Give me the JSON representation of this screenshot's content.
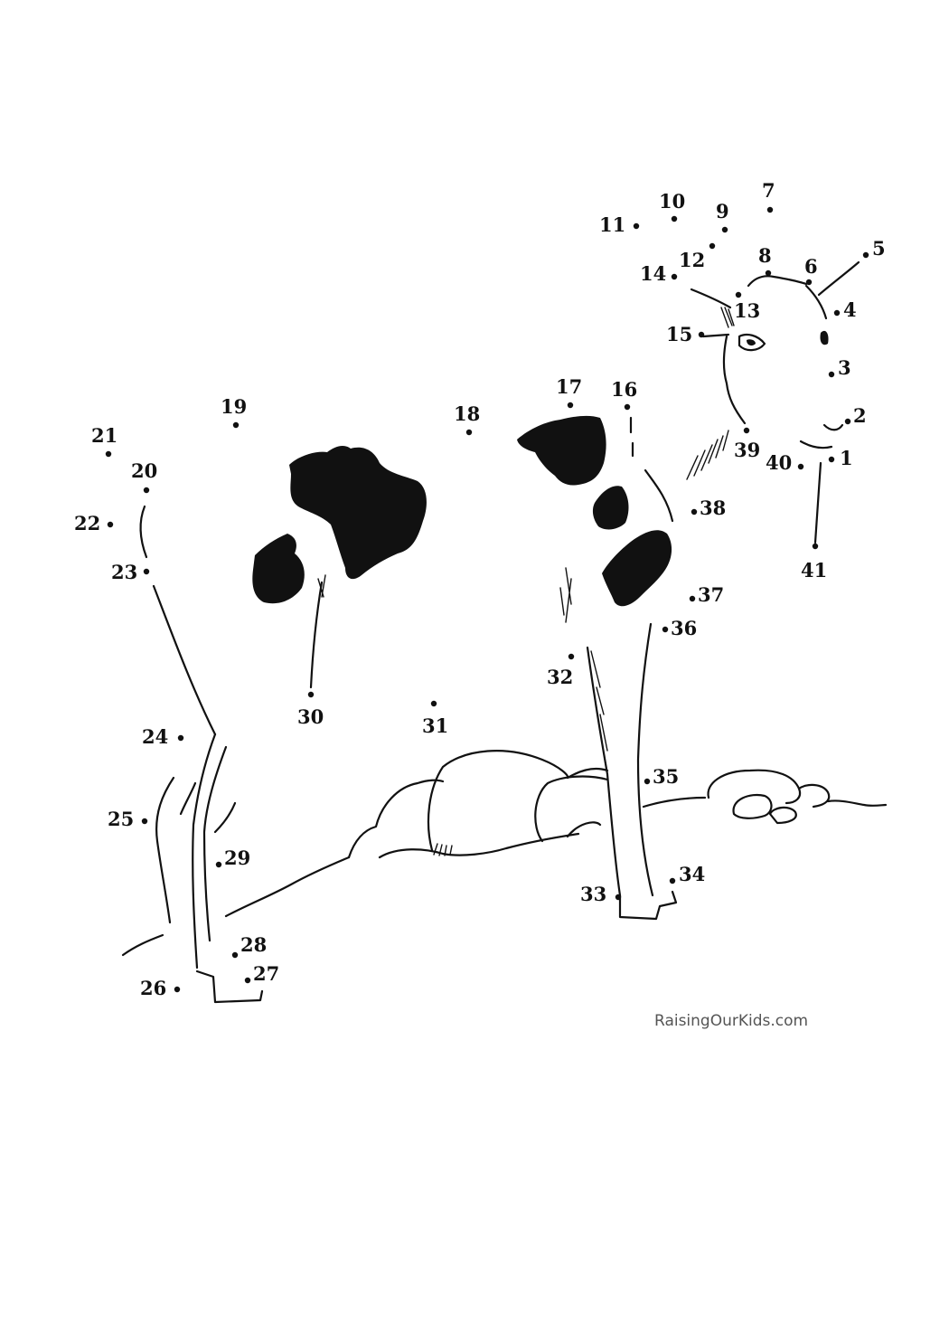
{
  "dots": [
    {
      "label": "1"
    },
    {
      "label": "2"
    },
    {
      "label": "3"
    },
    {
      "label": "4"
    },
    {
      "label": "5"
    },
    {
      "label": "6"
    },
    {
      "label": "7"
    },
    {
      "label": "8"
    },
    {
      "label": "9"
    },
    {
      "label": "10"
    },
    {
      "label": "11"
    },
    {
      "label": "12"
    },
    {
      "label": "13"
    },
    {
      "label": "14"
    },
    {
      "label": "15"
    },
    {
      "label": "16"
    },
    {
      "label": "17"
    },
    {
      "label": "18"
    },
    {
      "label": "19"
    },
    {
      "label": "20"
    },
    {
      "label": "21"
    },
    {
      "label": "22"
    },
    {
      "label": "23"
    },
    {
      "label": "24"
    },
    {
      "label": "25"
    },
    {
      "label": "26"
    },
    {
      "label": "27"
    },
    {
      "label": "28"
    },
    {
      "label": "29"
    },
    {
      "label": "30"
    },
    {
      "label": "31"
    },
    {
      "label": "32"
    },
    {
      "label": "33"
    },
    {
      "label": "34"
    },
    {
      "label": "35"
    },
    {
      "label": "36"
    },
    {
      "label": "37"
    },
    {
      "label": "38"
    },
    {
      "label": "39"
    },
    {
      "label": "40"
    },
    {
      "label": "41"
    }
  ],
  "credit": "RaisingOurKids.com"
}
